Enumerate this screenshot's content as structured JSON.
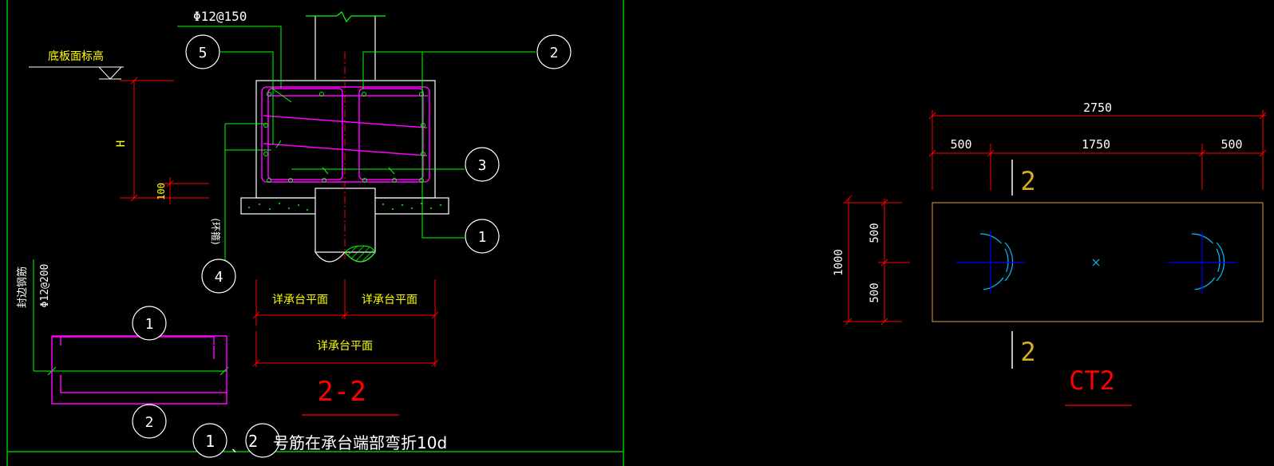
{
  "colors": {
    "background": "#000000",
    "frame_green": "#00c000",
    "rebar_magenta": "#ff00ff",
    "leader_green": "#00ff00",
    "dim_red": "#ff0000",
    "label_yellow": "#ffff00",
    "text_white": "#ffffff",
    "cap_outline_orange": "#c08040",
    "pile_cyan": "#00c0ff",
    "pile_axis_blue": "#0000ff",
    "gold_text": "#d4b020"
  },
  "section": {
    "bar_callout": "Φ12@150",
    "level_label": "底板面标高",
    "h_label": "H",
    "dim_100": "100",
    "ring_label": "(环箍)",
    "side_bar_label": "封边钢筋",
    "side_bar_spec": "Φ12@200",
    "plan_ref_1": "详承台平面",
    "plan_ref_2": "详承台平面",
    "plan_ref_3": "详承台平面",
    "title": "2-2",
    "note": "号筋在承台端部弯折10d",
    "note_sep": "、",
    "bubbles": [
      "5",
      "2",
      "3",
      "1",
      "4",
      "1",
      "2",
      "1",
      "2"
    ]
  },
  "plan": {
    "total_dim": "2750",
    "dim_left": "500",
    "dim_mid": "1750",
    "dim_right": "500",
    "height_dim": "1000",
    "half_top": "500",
    "half_bottom": "500",
    "cut_top": "2",
    "cut_bottom": "2",
    "title": "CT2"
  }
}
